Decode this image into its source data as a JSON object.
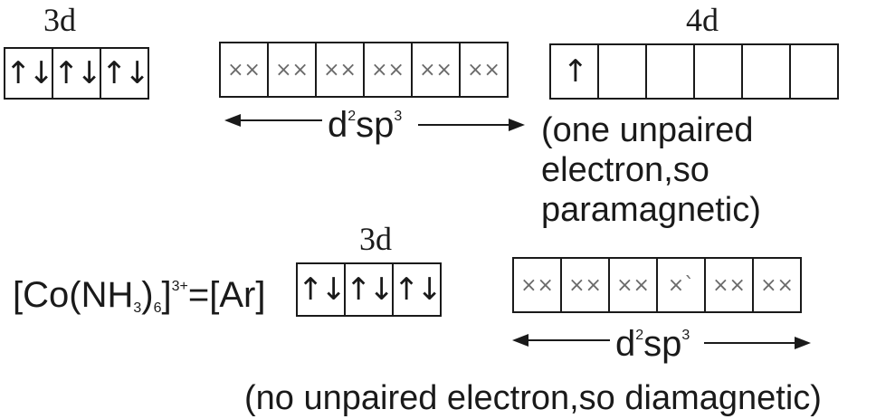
{
  "top": {
    "label_3d": "3d",
    "orbitals_3d": [
      "↑↓",
      "↑↓",
      "↑↓"
    ],
    "hybrid_boxes": [
      "××",
      "××",
      "××",
      "××",
      "××",
      "××"
    ],
    "hybrid_label": {
      "base1": "d",
      "sup1": "2",
      "base2": "sp",
      "sup2": "3"
    },
    "label_4d": "4d",
    "orbitals_4d": [
      "↑",
      "",
      "",
      "",
      "",
      ""
    ],
    "note_lines": [
      "(one unpaired",
      "electron,so",
      "paramagnetic)"
    ]
  },
  "bottom": {
    "formula": {
      "part1": "[Co(NH",
      "sub1": "3",
      "part2": ")",
      "sub2": "6",
      "part3": "]",
      "sup1": "3+",
      "part4": "=[Ar]"
    },
    "label_3d": "3d",
    "orbitals_3d": [
      "↑↓",
      "↑↓",
      "↑↓"
    ],
    "hybrid_boxes": [
      "××",
      "××",
      "××",
      "×`",
      "××",
      "××"
    ],
    "hybrid_label": {
      "base1": "d",
      "sup1": "2",
      "base2": "sp",
      "sup2": "3"
    },
    "note": "(no unpaired electron,so diamagnetic)"
  }
}
